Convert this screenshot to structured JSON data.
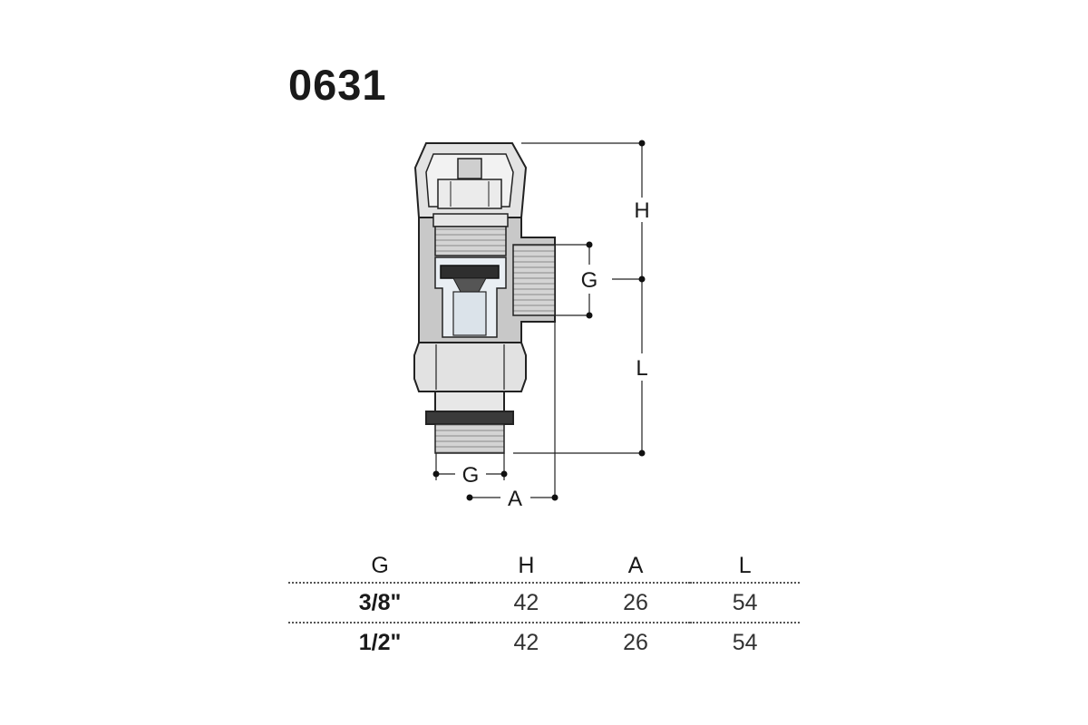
{
  "product": {
    "code": "0631"
  },
  "dimensions": {
    "h_label": "H",
    "g_side_label": "G",
    "l_label": "L",
    "g_bottom_label": "G",
    "a_label": "A"
  },
  "table": {
    "headers": [
      "G",
      "H",
      "A",
      "L"
    ],
    "rows": [
      [
        "3/8\"",
        "42",
        "26",
        "54"
      ],
      [
        "1/2\"",
        "42",
        "26",
        "54"
      ]
    ]
  }
}
